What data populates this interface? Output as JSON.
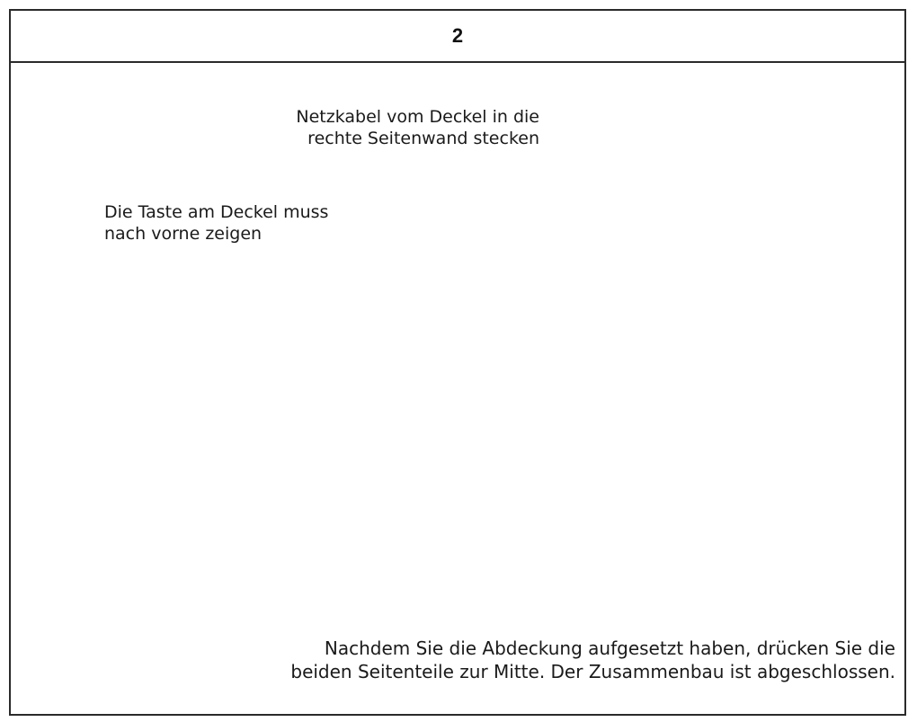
{
  "step": {
    "number": "2"
  },
  "captions": {
    "cable": [
      "Netzkabel vom Deckel in die",
      "rechte Seitenwand stecken"
    ],
    "button": [
      "Die Taste am Deckel muss",
      "nach vorne zeigen"
    ],
    "final": [
      "Nachdem Sie die Abdeckung aufgesetzt haben, drücken Sie die",
      "beiden Seitenteile zur Mitte. Der Zusammenbau ist abgeschlossen."
    ]
  },
  "colors": {
    "stroke": "#2a2a2a",
    "fill_dark": "#1a1a1a",
    "fill_light": "#ffffff"
  },
  "icons": [
    "arrow-icon",
    "button-icon",
    "plug-icon",
    "port-icon"
  ]
}
